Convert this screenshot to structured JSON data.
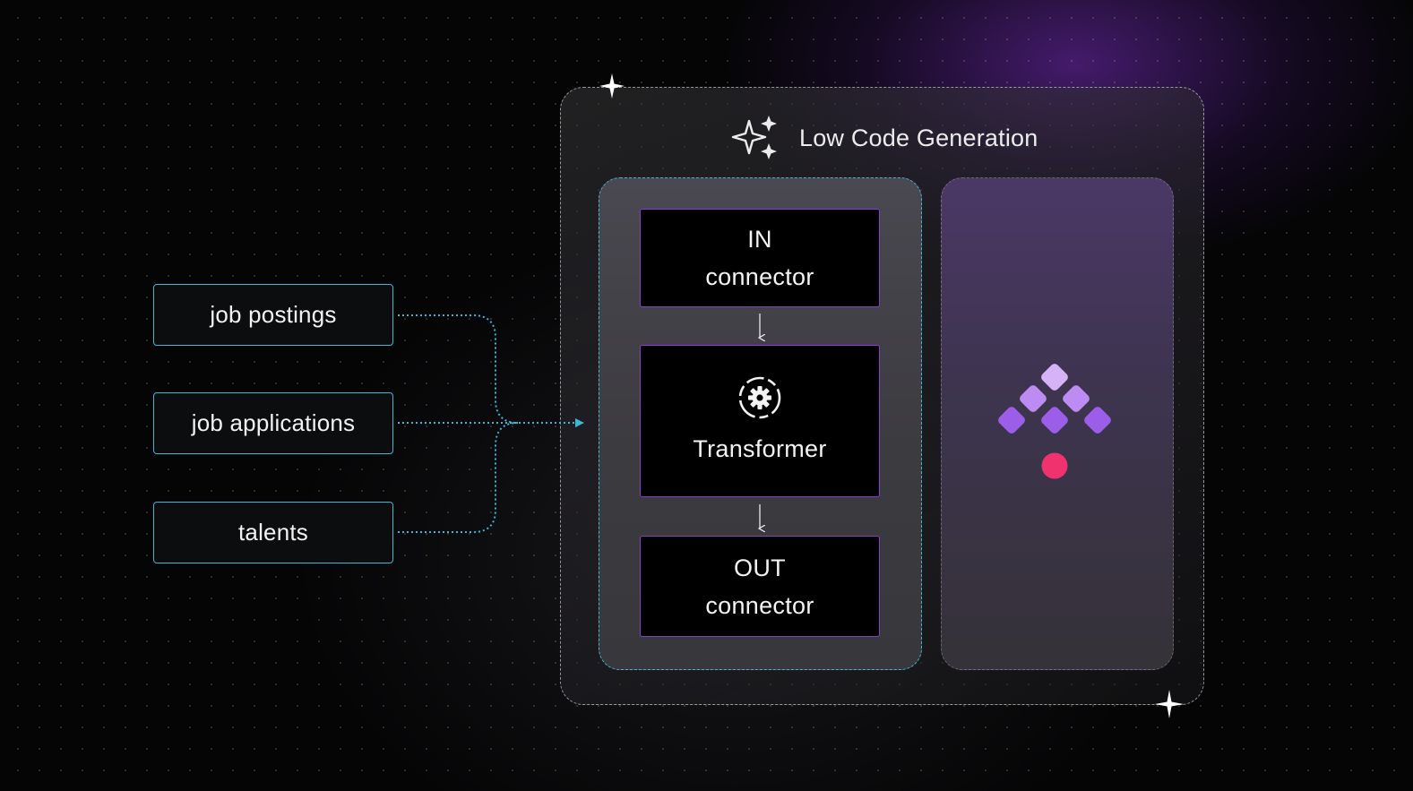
{
  "sources": [
    {
      "label": "job postings"
    },
    {
      "label": "job applications"
    },
    {
      "label": "talents"
    }
  ],
  "frame": {
    "title": "Low Code Generation",
    "title_icon": "sparkles-icon"
  },
  "pipeline": {
    "in_connector": {
      "line1": "IN",
      "line2": "connector"
    },
    "transformer": {
      "label": "Transformer",
      "icon": "gear-icon"
    },
    "out_connector": {
      "line1": "OUT",
      "line2": "connector"
    }
  },
  "platform": {
    "logo": "brand-logo-icon",
    "colors": {
      "diamond_light": "#d6b3f7",
      "diamond_mid": "#b785f0",
      "diamond_dark": "#9150e6",
      "dot": "#f0336e"
    }
  },
  "colors": {
    "accent_cyan": "#3fb6d6",
    "accent_purple": "#8e3bd6"
  }
}
